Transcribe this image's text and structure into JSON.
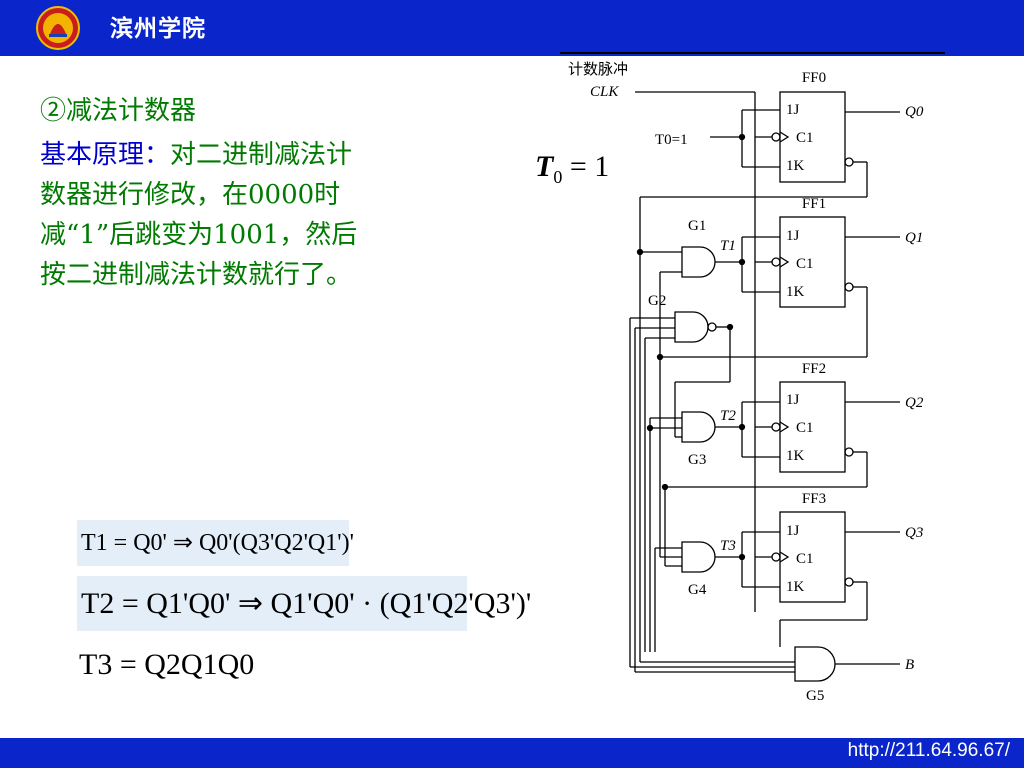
{
  "header": {
    "school_name": "滨州学院",
    "logo_icon": "school-emblem-icon"
  },
  "footer": {
    "url": "http://211.64.96.67/"
  },
  "content": {
    "heading": "②减法计数器",
    "principle_label": "基本原理：",
    "principle_text": "对二进制减法计数器进行修改，在0000时减“1”后跳变为1001，然后按二进制减法计数就行了。"
  },
  "equations": {
    "t0": {
      "lhs": "T",
      "lhs_sub": "0",
      "rhs": "1"
    },
    "t1": "T1 = Q0' ⇒ Q0'(Q3'Q2'Q1')'",
    "t2": "T2 = Q1'Q0' ⇒ Q1'Q0' · (Q1'Q2'Q3')'",
    "t3": "T3 = Q2Q1Q0"
  },
  "circuit": {
    "count_pulse_label": "计数脉冲",
    "clk_label": "CLK",
    "t0_input_label": "T0=1",
    "flipflops": [
      {
        "name": "FF0",
        "pins": [
          "1J",
          "C1",
          "1K"
        ],
        "output": "Q0"
      },
      {
        "name": "FF1",
        "pins": [
          "1J",
          "C1",
          "1K"
        ],
        "output": "Q1"
      },
      {
        "name": "FF2",
        "pins": [
          "1J",
          "C1",
          "1K"
        ],
        "output": "Q2"
      },
      {
        "name": "FF3",
        "pins": [
          "1J",
          "C1",
          "1K"
        ],
        "output": "Q3"
      }
    ],
    "gates": [
      "G1",
      "G2",
      "G3",
      "G4",
      "G5"
    ],
    "t_labels": [
      "T1",
      "T2",
      "T3"
    ],
    "borrow_output": "B"
  }
}
